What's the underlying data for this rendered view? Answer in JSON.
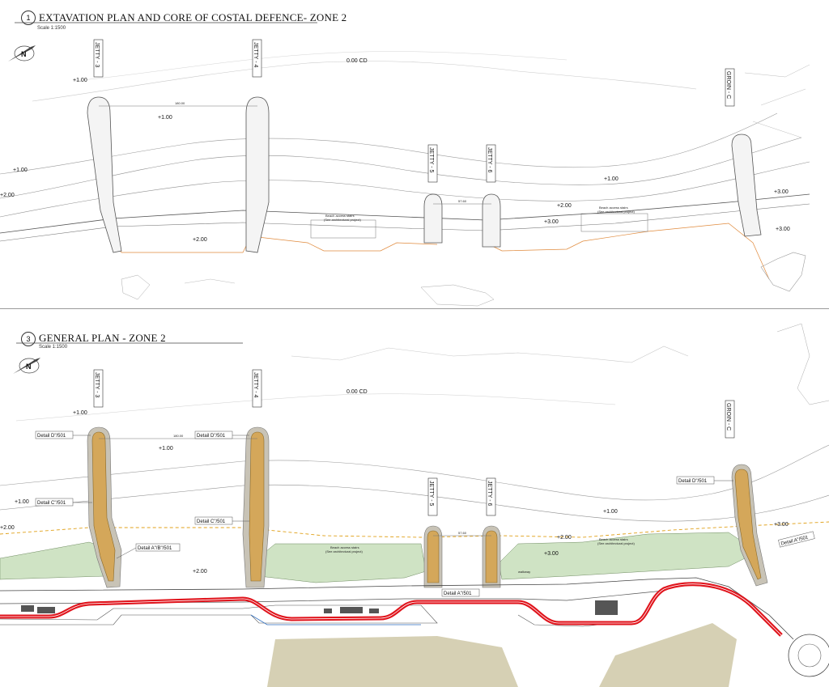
{
  "plan1": {
    "number": "1",
    "title": "EXTAVATION PLAN AND CORE OF COSTAL DEFENCE- ZONE 2",
    "scale": "Scale   1:1500",
    "north": "N",
    "contour_cd": "0.00 CD",
    "structures": [
      "JETTY - 3",
      "JETTY - 4",
      "JETTY - 5",
      "JETTY - 6",
      "GROIN - C"
    ],
    "levels": {
      "p100a": "+1.00",
      "p100b": "+1.00",
      "p100c": "+1.00",
      "p100d": "+1.00",
      "p200a": "+2.00",
      "p200b": "+2.00",
      "p200c": "+2.00",
      "p300a": "+3.00",
      "p300b": "+3.00",
      "p300c": "+3.00"
    },
    "dim_a": "180.00",
    "dim_b": "57.60",
    "beach_stairs_1": "Beach access stairs",
    "beach_stairs_1_sub": "(See architectural project)",
    "beach_stairs_2": "Beach access stairs",
    "beach_stairs_2_sub": "(See architectural project)"
  },
  "plan3": {
    "number": "3",
    "title": "GENERAL PLAN - ZONE 2",
    "scale": "Scale   1:1500",
    "north": "N",
    "contour_cd": "0.00 CD",
    "structures": [
      "JETTY - 3",
      "JETTY - 4",
      "JETTY - 5",
      "JETTY - 6",
      "GROIN - C"
    ],
    "levels": {
      "p100a": "+1.00",
      "p100b": "+1.00",
      "p100c": "+1.00",
      "p100d": "+1.00",
      "p200a": "+2.00",
      "p200b": "+2.00",
      "p200c": "+2.00",
      "p300a": "+3.00",
      "p300b": "+3.00"
    },
    "details": {
      "d1": "Detail D\"/501",
      "d2": "Detail D\"/501",
      "d3": "Detail C\"/501",
      "d4": "Detail C\"/501",
      "d5": "Detail A\"/B\"/501",
      "d6": "Detail D\"/501",
      "d7": "Detail A\"/501",
      "d8": "Detail A\"/501"
    },
    "dim_a": "180.00",
    "dim_b": "57.60",
    "beach_stairs_1": "Beach access stairs",
    "beach_stairs_1_sub": "(See architectural project)",
    "beach_stairs_2": "Beach access stairs",
    "beach_stairs_2_sub": "(See architectural project)",
    "walkway": "walkway"
  },
  "colors": {
    "armour": "#d4a75a",
    "armour_outline": "#8a6a2a",
    "green_fill": "#cfe3c4",
    "road_red": "#e0141c",
    "sand": "#d6d0b4",
    "contour": "#8f8f8f",
    "dashed_orange": "#e0a018"
  }
}
